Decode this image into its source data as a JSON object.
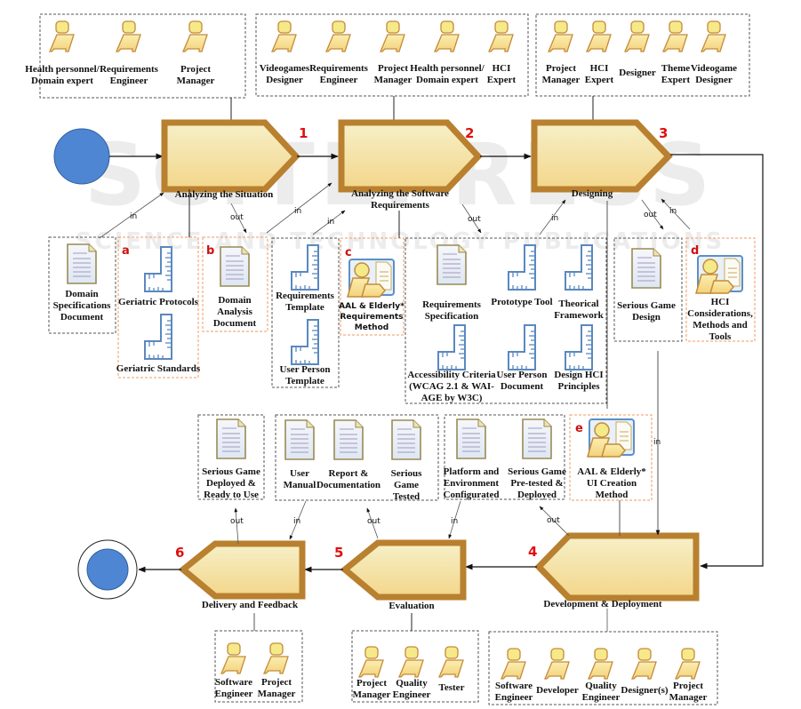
{
  "diagram": {
    "watermark": {
      "main": "SCITEPRESS",
      "sub": "SCIENCE AND TECHNOLOGY PUBLICATIONS"
    },
    "colors": {
      "stage_border": "#b8802f",
      "stage_fill_top": "#f6f0c8",
      "stage_fill_bottom": "#f3d68a",
      "start_end_node": "#4f86d3",
      "stage_number": "#e01010",
      "group_tag": "#cc1010",
      "orange_box": "#ef9a60"
    },
    "flow_labels": {
      "in": "in",
      "out": "out"
    },
    "stages": [
      {
        "number": "1",
        "name_lines": [
          "Analyzing the Situation"
        ]
      },
      {
        "number": "2",
        "name_lines": [
          "Analyzing the Software",
          "Requirements"
        ]
      },
      {
        "number": "3",
        "name_lines": [
          "Designing"
        ]
      },
      {
        "number": "4",
        "name_lines": [
          "Development & Deployment"
        ]
      },
      {
        "number": "5",
        "name_lines": [
          "Evaluation"
        ]
      },
      {
        "number": "6",
        "name_lines": [
          "Delivery and Feedback"
        ]
      }
    ],
    "role_groups": [
      {
        "stage": "1",
        "roles": [
          {
            "lines": [
              "Health personnel/",
              "Domain expert"
            ]
          },
          {
            "lines": [
              "Requirements",
              "Engineer"
            ]
          },
          {
            "lines": [
              "Project",
              "Manager"
            ]
          }
        ]
      },
      {
        "stage": "2",
        "roles": [
          {
            "lines": [
              "Videogames",
              "Designer"
            ]
          },
          {
            "lines": [
              "Requirements",
              "Engineer"
            ]
          },
          {
            "lines": [
              "Project",
              "Manager"
            ]
          },
          {
            "lines": [
              "Health personnel/",
              "Domain expert"
            ]
          },
          {
            "lines": [
              "HCI",
              "Expert"
            ]
          }
        ]
      },
      {
        "stage": "3",
        "roles": [
          {
            "lines": [
              "Project",
              "Manager"
            ]
          },
          {
            "lines": [
              "HCI",
              "Expert"
            ]
          },
          {
            "lines": [
              "Designer"
            ]
          },
          {
            "lines": [
              "Theme",
              "Expert"
            ]
          },
          {
            "lines": [
              "Videogame",
              "Designer"
            ]
          }
        ]
      },
      {
        "stage": "4",
        "roles": [
          {
            "lines": [
              "Software",
              "Engineer"
            ]
          },
          {
            "lines": [
              "Developer"
            ]
          },
          {
            "lines": [
              "Quality",
              "Engineer"
            ]
          },
          {
            "lines": [
              "Designer(s)"
            ]
          },
          {
            "lines": [
              "Project",
              "Manager"
            ]
          }
        ]
      },
      {
        "stage": "5",
        "roles": [
          {
            "lines": [
              "Project",
              "Manager"
            ]
          },
          {
            "lines": [
              "Quality",
              "Engineer"
            ]
          },
          {
            "lines": [
              "Tester"
            ]
          }
        ]
      },
      {
        "stage": "6",
        "roles": [
          {
            "lines": [
              "Software",
              "Engineer"
            ]
          },
          {
            "lines": [
              "Project",
              "Manager"
            ]
          }
        ]
      }
    ],
    "artifact_groups": [
      {
        "id": "domain-spec",
        "tag": "",
        "items": [
          {
            "type": "document",
            "lines": [
              "Domain",
              "Specifications",
              "Document"
            ]
          }
        ]
      },
      {
        "id": "geriatric",
        "tag": "a",
        "items": [
          {
            "type": "template",
            "lines": [
              "Geriatric Protocols"
            ]
          },
          {
            "type": "template",
            "lines": [
              "Geriatric Standards"
            ]
          }
        ]
      },
      {
        "id": "domain-analysis",
        "tag": "b",
        "items": [
          {
            "type": "document",
            "lines": [
              "Domain",
              "Analysis",
              "Document"
            ]
          }
        ]
      },
      {
        "id": "req-templates",
        "tag": "",
        "items": [
          {
            "type": "template",
            "lines": [
              "Requirements",
              "Template"
            ]
          },
          {
            "type": "template",
            "lines": [
              "User Person",
              "Template"
            ]
          }
        ]
      },
      {
        "id": "req-method",
        "tag": "c",
        "items": [
          {
            "type": "method",
            "lines": [
              "AAL & Elderly*",
              "Requirements",
              "Method"
            ]
          }
        ]
      },
      {
        "id": "req-outputs",
        "tag": "",
        "items": [
          {
            "type": "document",
            "lines": [
              "Requirements",
              "Specification"
            ]
          },
          {
            "type": "template",
            "lines": [
              "Prototype Tool"
            ]
          },
          {
            "type": "template",
            "lines": [
              "Theorical",
              "Framework"
            ]
          },
          {
            "type": "template",
            "lines": [
              "Accessibility Criteria",
              "(WCAG 2.1 & WAI-",
              "AGE by W3C)"
            ]
          },
          {
            "type": "template",
            "lines": [
              "User Person",
              "Document"
            ]
          },
          {
            "type": "template",
            "lines": [
              "Design HCI",
              "Principles"
            ]
          }
        ]
      },
      {
        "id": "sg-design",
        "tag": "",
        "items": [
          {
            "type": "document",
            "lines": [
              "Serious Game",
              "Design"
            ]
          }
        ]
      },
      {
        "id": "hci-considerations",
        "tag": "d",
        "items": [
          {
            "type": "method",
            "lines": [
              "HCI",
              "Considerations,",
              "Methods and",
              "Tools"
            ]
          }
        ]
      },
      {
        "id": "delivered",
        "tag": "",
        "items": [
          {
            "type": "document",
            "lines": [
              "Serious Game",
              "Deployed &",
              "Ready to Use"
            ]
          }
        ]
      },
      {
        "id": "eval-outputs",
        "tag": "",
        "items": [
          {
            "type": "document",
            "lines": [
              "User",
              "Manual"
            ]
          },
          {
            "type": "document",
            "lines": [
              "Report &",
              "Documentation"
            ]
          },
          {
            "type": "document",
            "lines": [
              "Serious",
              "Game",
              "Tested"
            ]
          }
        ]
      },
      {
        "id": "dev-outputs",
        "tag": "",
        "items": [
          {
            "type": "document",
            "lines": [
              "Platform and",
              "Environment",
              "Configurated"
            ]
          },
          {
            "type": "document",
            "lines": [
              "Serious Game",
              "Pre-tested &",
              "Deployed"
            ]
          }
        ]
      },
      {
        "id": "ui-method",
        "tag": "e",
        "items": [
          {
            "type": "method",
            "lines": [
              "AAL & Elderly*",
              "UI Creation",
              "Method"
            ]
          }
        ]
      }
    ]
  }
}
